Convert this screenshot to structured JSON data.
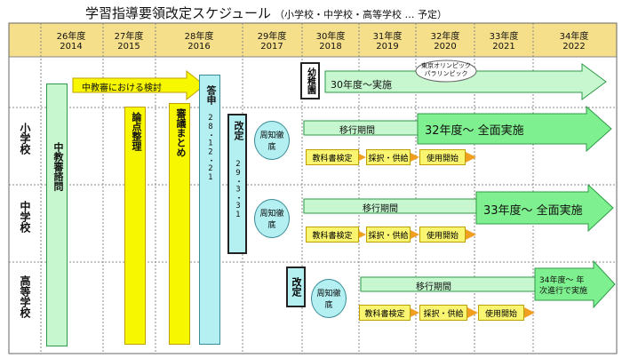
{
  "title": {
    "main": "学習指導要領改定スケジュール",
    "sub": "（小学校・中学校・高等学校 … 予定）"
  },
  "years": [
    {
      "era": "26年度",
      "year": "2014"
    },
    {
      "era": "27年度",
      "year": "2015"
    },
    {
      "era": "28年度",
      "year": "2016"
    },
    {
      "era": "29年度",
      "year": "2017"
    },
    {
      "era": "30年度",
      "year": "2018"
    },
    {
      "era": "31年度",
      "year": "2019"
    },
    {
      "era": "32年度",
      "year": "2020"
    },
    {
      "era": "33年度",
      "year": "2021"
    },
    {
      "era": "34年度",
      "year": "2022"
    }
  ],
  "rows": {
    "elementary": "小学校",
    "junior_high": "中学校",
    "high_school": "高等学校"
  },
  "shared": {
    "council": "中教審諮問",
    "council_arrow": "中教審における検討",
    "points": "論点整理",
    "deliberation": "審議まとめ",
    "report": "答申",
    "report_date": "28・12・21",
    "revision": "改定",
    "revision_date": "29・3・31"
  },
  "kindergarten": {
    "label": "幼稚園",
    "arrow": "30年度〜実施",
    "cloud": [
      "東京オリンピック",
      "パラリンピック"
    ]
  },
  "elementary": {
    "notice": "周知徹底",
    "transition": "移行期間",
    "full": "32年度〜 全面実施",
    "textbook": "教科書検定",
    "adoption": "採択・供給",
    "start": "使用開始"
  },
  "junior_high": {
    "notice": "周知徹底",
    "transition": "移行期間",
    "full": "33年度〜 全面実施",
    "textbook": "教科書検定",
    "adoption": "採択・供給",
    "start": "使用開始"
  },
  "high_school": {
    "revision": "改定",
    "notice": "周知徹底",
    "transition": "移行期間",
    "full_line1": "34年度〜 年",
    "full_line2": "次進行で実施",
    "textbook": "教科書検定",
    "adoption": "採択・供給",
    "start": "使用開始"
  },
  "colors": {
    "header": "#f6df8a",
    "grid": "#7a7a7a",
    "green": "#c6f7cf",
    "green_border": "#2e9a48",
    "yellow": "#f7f700",
    "yellow_box": "#f9f570",
    "cyan": "#b4f0f2",
    "cyan_border": "#3a8c98",
    "orange": "#f0a020"
  }
}
